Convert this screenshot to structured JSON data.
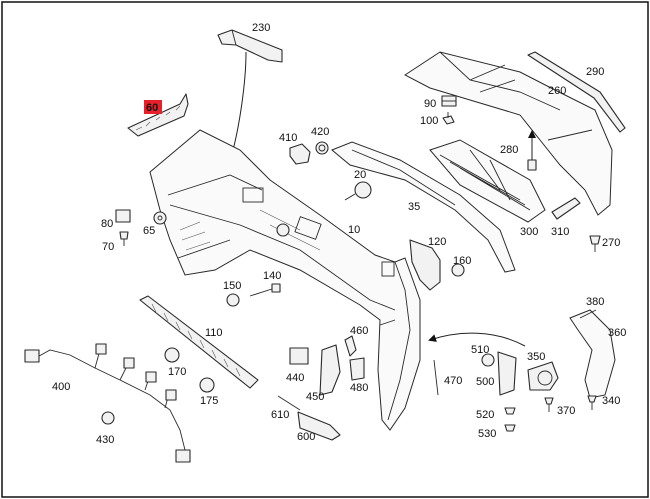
{
  "diagram": {
    "highlight_color": "#e8202a",
    "highlighted_part": "60",
    "callouts": {
      "p230": "230",
      "p290": "290",
      "p60": "60",
      "p260": "260",
      "p90": "90",
      "p100": "100",
      "p410": "410",
      "p420": "420",
      "p20": "20",
      "p280": "280",
      "p80": "80",
      "p65": "65",
      "p35": "35",
      "p10": "10",
      "p300": "300",
      "p310": "310",
      "p270": "270",
      "p70": "70",
      "p120": "120",
      "p160": "160",
      "p150": "150",
      "p140": "140",
      "p380": "380",
      "p110": "110",
      "p460": "460",
      "p360": "360",
      "p510": "510",
      "p350": "350",
      "p400": "400",
      "p170": "170",
      "p440": "440",
      "p480": "480",
      "p470": "470",
      "p500": "500",
      "p175": "175",
      "p370": "370",
      "p340": "340",
      "p450": "450",
      "p520": "520",
      "p610": "610",
      "p430": "430",
      "p530": "530",
      "p600": "600"
    }
  }
}
